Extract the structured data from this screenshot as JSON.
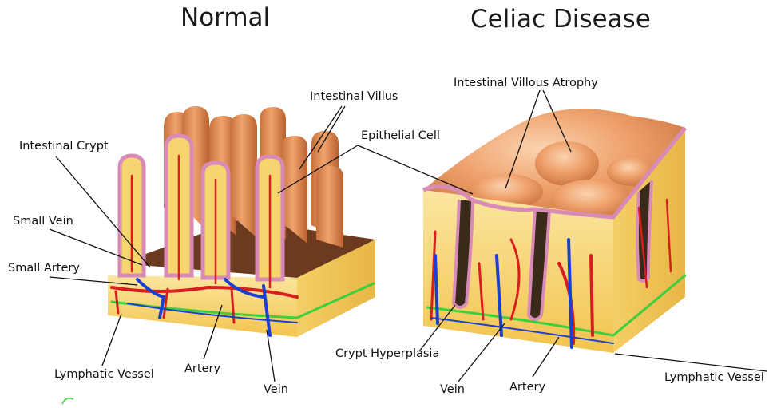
{
  "titles": {
    "normal": "Normal",
    "celiac": "Celiac Disease"
  },
  "normal_labels": {
    "intestinal_villus": "Intestinal Villus",
    "epithelial_cell": "Epithelial Cell",
    "intestinal_crypt": "Intestinal Crypt",
    "small_vein": "Small Vein",
    "small_artery": "Small Artery",
    "lymphatic_vessel": "Lymphatic Vessel",
    "artery": "Artery",
    "vein": "Vein"
  },
  "celiac_labels": {
    "villous_atrophy": "Intestinal Villous Atrophy",
    "crypt_hyperplasia": "Crypt Hyperplasia",
    "vein": "Vein",
    "artery": "Artery",
    "lymphatic_vessel": "Lymphatic Vessel"
  },
  "colors": {
    "villus_orange": "#e8955a",
    "tissue_yellow": "#f6d46e",
    "epithelium_pink": "#d98bb8",
    "artery_red": "#d81e1e",
    "vein_blue": "#1a3fd1",
    "lymph_green": "#3dcf3d"
  }
}
